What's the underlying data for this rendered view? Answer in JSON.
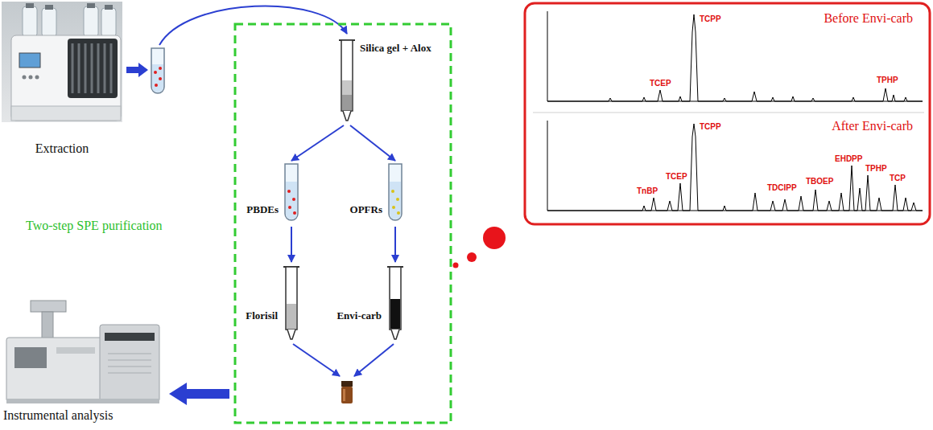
{
  "diagram": {
    "nodes": [
      {
        "text": [
          "Extraction"
        ]
      },
      {
        "text": [
          "Silica gel + Alox"
        ]
      },
      {
        "text": [
          "PBDEs"
        ]
      },
      {
        "text": [
          "OPFRs"
        ]
      },
      {
        "text": [
          "Florisil"
        ]
      },
      {
        "text": [
          "Envi-carb"
        ]
      },
      {
        "text": [
          "Before Envi-carb"
        ]
      },
      {
        "text": [
          "After Envi-carb"
        ]
      },
      {
        "text": [
          "Instrumental analysis"
        ]
      }
    ],
    "edges": [
      {
        "from": 1,
        "to": 2,
        "arrow": "to"
      },
      {
        "from": 1,
        "to": 3,
        "arrow": "to"
      },
      {
        "from": 2,
        "to": 4,
        "arrow": "to"
      },
      {
        "from": 3,
        "to": 5,
        "arrow": "to"
      }
    ],
    "labels": [
      "Two-step SPE purification",
      "TCEP",
      "TCPP",
      "TPHP",
      "TnBP",
      "TCEP",
      "TCPP",
      "TDCIPP",
      "TBOEP",
      "EHDPP",
      "TPHP",
      "TCP"
    ]
  }
}
